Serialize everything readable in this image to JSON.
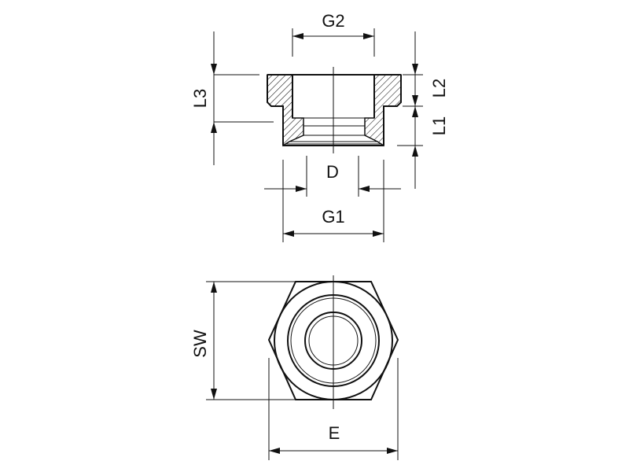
{
  "labels": {
    "g2": "G2",
    "l3": "L3",
    "l2": "L2",
    "l1": "L1",
    "d": "D",
    "g1": "G1",
    "sw": "SW",
    "e": "E"
  },
  "colors": {
    "line": "#111111",
    "background": "#ffffff"
  }
}
